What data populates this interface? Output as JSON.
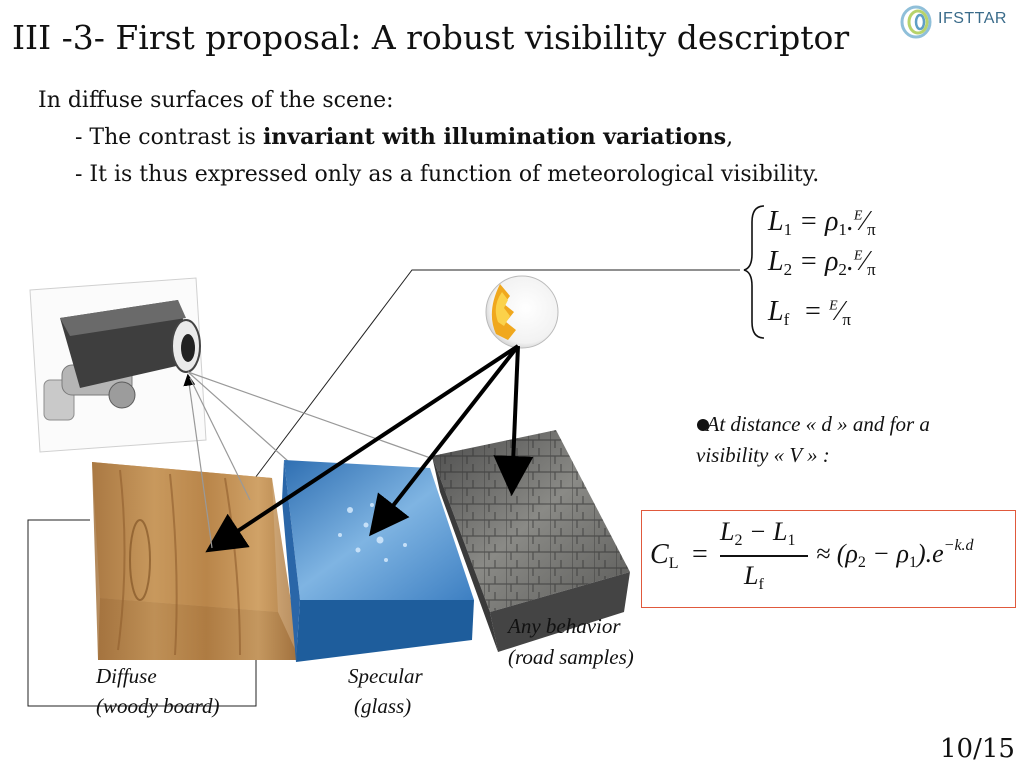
{
  "slide": {
    "title": "III -3- First proposal: A robust visibility descriptor",
    "logo_text": "IFSTTAR",
    "intro": "In diffuse surfaces of the scene:",
    "bullet1_prefix": "- The contrast is ",
    "bullet1_bold": "invariant with illumination variations",
    "bullet1_suffix": ",",
    "bullet2": "- It is thus  expressed only as a function of meteorological visibility.",
    "equations": {
      "eq1": {
        "lhs": "L",
        "lhs_sub": "1",
        "rho_sub": "1"
      },
      "eq2": {
        "lhs": "L",
        "lhs_sub": "2",
        "rho_sub": "2"
      },
      "eq3": {
        "lhs": "L",
        "lhs_sub": "f"
      }
    },
    "note_line1": "At distance « d »  and for a",
    "note_line2": "visibility « V » :",
    "formula": {
      "lhs": "C",
      "lhs_sub": "L",
      "num_a_sub": "2",
      "num_b_sub": "1",
      "den_sub": "f",
      "exponent": "−k.d"
    },
    "labels": {
      "diffuse_line1": "Diffuse",
      "diffuse_line2": "(woody board)",
      "specular_line1": "Specular",
      "specular_line2": "(glass)",
      "any_line1": "Any behavior",
      "any_line2": "(road samples)"
    },
    "page_number": "10/15",
    "colors": {
      "formula_border": "#e0593c",
      "logo": "#3a6b8a"
    }
  }
}
